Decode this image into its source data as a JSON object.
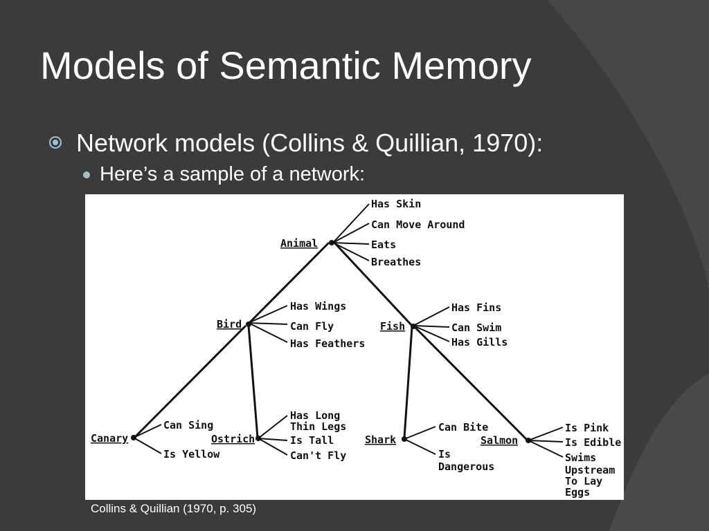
{
  "slide": {
    "title": "Models of Semantic Memory",
    "bullet_level1": "Network models (Collins & Quillian, 1970):",
    "bullet_level2": "Here’s a sample of a network:",
    "caption": "Collins & Quillian (1970, p. 305)"
  },
  "network": {
    "nodes": {
      "animal": "Animal",
      "bird": "Bird",
      "fish": "Fish",
      "canary": "Canary",
      "ostrich": "Ostrich",
      "shark": "Shark",
      "salmon": "Salmon"
    },
    "properties": {
      "animal": [
        "Has Skin",
        "Can Move Around",
        "Eats",
        "Breathes"
      ],
      "bird": [
        "Has Wings",
        "Can Fly",
        "Has Feathers"
      ],
      "fish": [
        "Has Fins",
        "Can Swim",
        "Has Gills"
      ],
      "canary": [
        "Can Sing",
        "Is Yellow"
      ],
      "ostrich": [
        "Has Long",
        "Thin Legs",
        "Is Tall",
        "Can't Fly"
      ],
      "shark": [
        "Can Bite",
        "Is",
        "Dangerous"
      ],
      "salmon": [
        "Is Pink",
        "Is Edible",
        "Swims",
        "Upstream",
        "To Lay",
        "Eggs"
      ]
    }
  },
  "colors": {
    "background": "#3b3b3b",
    "bullet_accent": "#9fc1d3",
    "text": "#ffffff"
  }
}
